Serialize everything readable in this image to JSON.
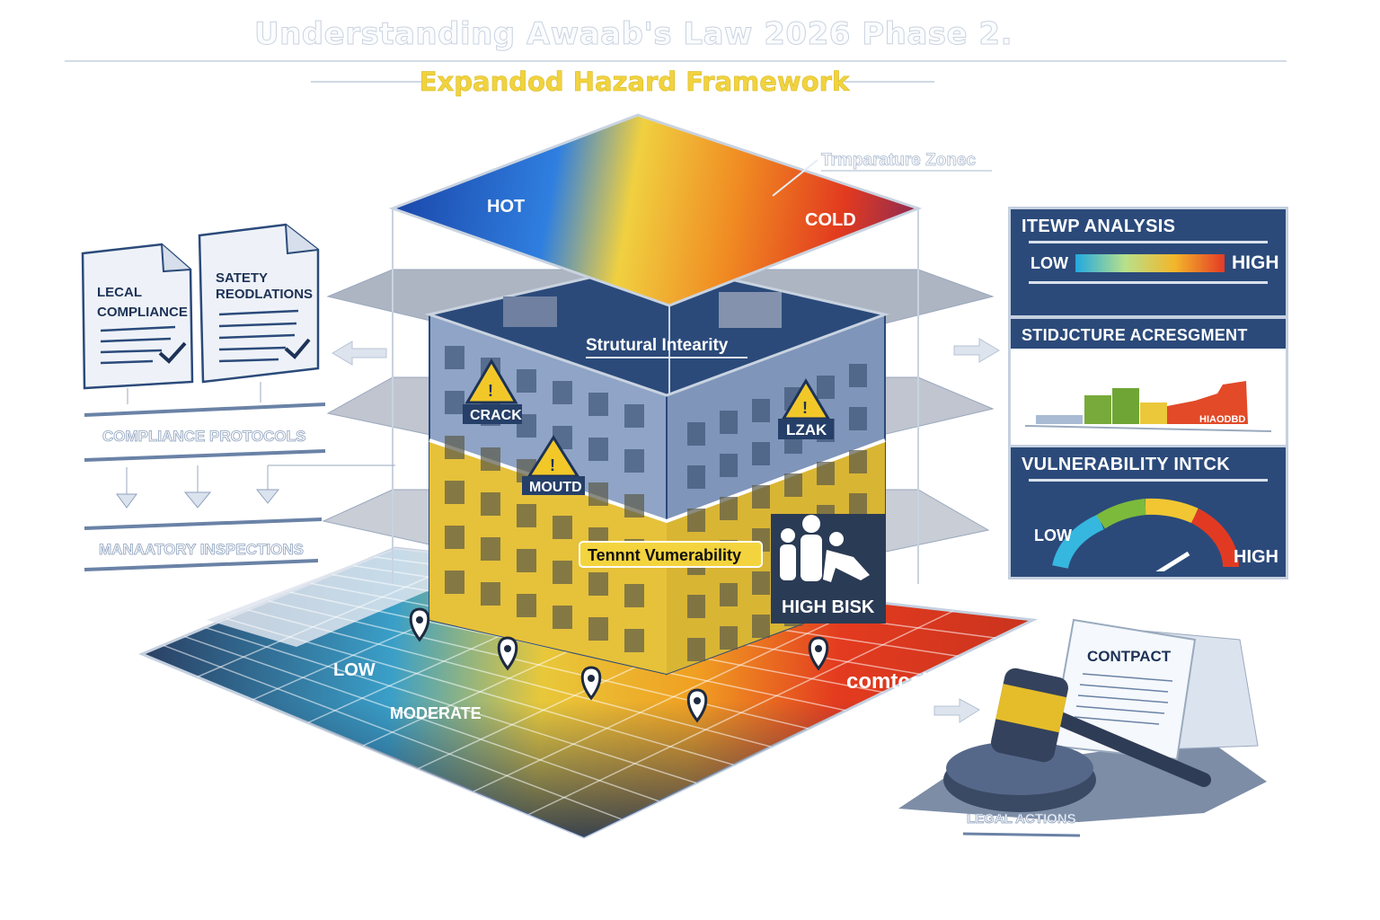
{
  "header": {
    "title": "Understanding Awaab's Law 2026 Phase 2.",
    "subtitle": "Expandod Hazard Framework"
  },
  "top_plane": {
    "label": "Trmparature Zonec",
    "hot": "HOT",
    "cold": "COLD"
  },
  "building": {
    "structural_label": "Strutural Intearity",
    "hazards": [
      {
        "label": "CRACK",
        "icon": "warning-triangle-icon"
      },
      {
        "label": "LZAK",
        "icon": "warning-triangle-icon"
      },
      {
        "label": "MOUTD",
        "icon": "warning-triangle-icon"
      }
    ],
    "tenant_label": "Tennnt Vumerability",
    "risk_label": "HIGH BISK",
    "risk_icon": "family-icon"
  },
  "floor": {
    "zones": [
      "LOW",
      "MODERATE",
      "comtcal"
    ],
    "pin_icon": "map-pin-icon"
  },
  "left": {
    "documents": [
      {
        "title_line1": "LECAL",
        "title_line2": "COMPLIANCE",
        "icon": "checkmark-icon"
      },
      {
        "title_line1": "SATETY",
        "title_line2": "REODLATIONS",
        "icon": "checkmark-icon"
      }
    ],
    "protocols_label": "COMPLIANCE PROTOCOLS",
    "inspections_label": "MANAATORY INSPECTIONS"
  },
  "panels": {
    "temp": {
      "title": "ITEWP ANALYSIS",
      "low": "LOW",
      "high": "HIGH"
    },
    "structure": {
      "title": "STIDJCTURE ACRESGMENT",
      "bar_label": "HIAODBD"
    },
    "vulnerability": {
      "title": "VULNERABILITY INTCK",
      "low": "LOW",
      "high": "HIGH",
      "gauge_level": 0.8
    }
  },
  "legal": {
    "contract_label": "CONTPACT",
    "actions_label": "LEGAL ACTIONS",
    "icon": "gavel-icon"
  },
  "colors": {
    "navy": "#2b4a7a",
    "accent_yellow": "#f1d33f",
    "hot_red": "#e2381f",
    "cold_blue": "#1d55b8"
  }
}
